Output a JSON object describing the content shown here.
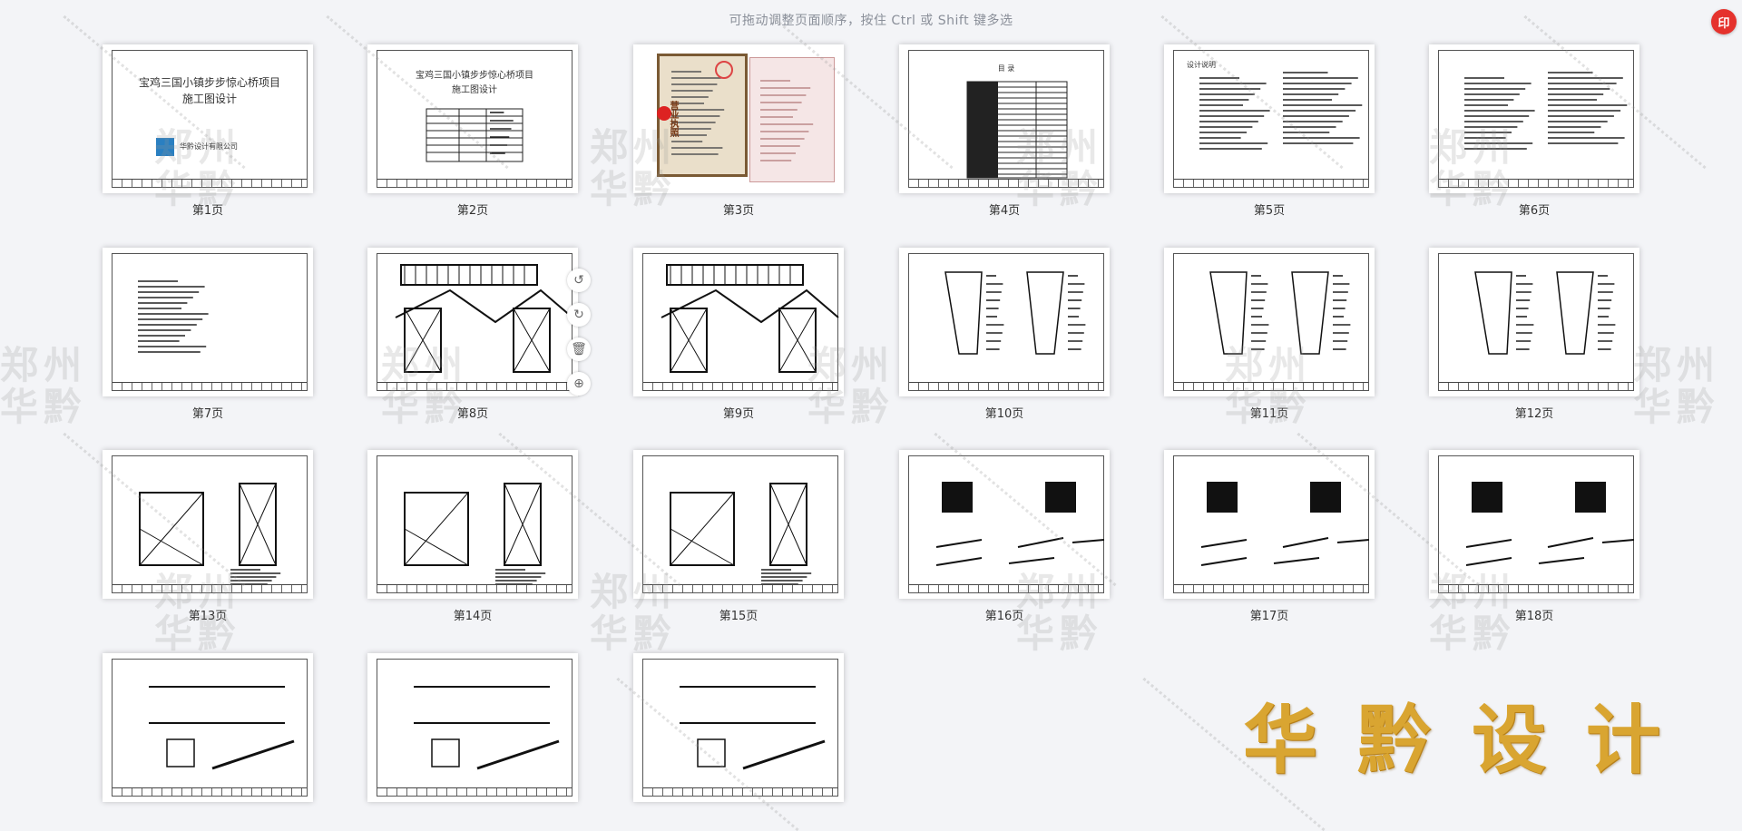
{
  "header": {
    "hint": "可拖动调整页面顺序，按住 Ctrl 或 Shift 键多选"
  },
  "corner_button": {
    "label": "印",
    "icon": "stamp-icon"
  },
  "pages": [
    {
      "caption": "第1页",
      "title_lines": [
        "宝鸡三国小镇步步惊心桥项目",
        "施工图设计"
      ],
      "company": "华黔设计有限公司"
    },
    {
      "caption": "第2页",
      "title_lines": [
        "宝鸡三国小镇步步惊心桥项目",
        "施工图设计"
      ]
    },
    {
      "caption": "第3页",
      "stamp_text": "营业执照"
    },
    {
      "caption": "第4页",
      "heading": "目 录"
    },
    {
      "caption": "第5页",
      "heading": "设计说明"
    },
    {
      "caption": "第6页"
    },
    {
      "caption": "第7页"
    },
    {
      "caption": "第8页"
    },
    {
      "caption": "第9页"
    },
    {
      "caption": "第10页"
    },
    {
      "caption": "第11页"
    },
    {
      "caption": "第12页"
    },
    {
      "caption": "第13页"
    },
    {
      "caption": "第14页"
    },
    {
      "caption": "第15页"
    },
    {
      "caption": "第16页"
    },
    {
      "caption": "第17页"
    },
    {
      "caption": "第18页"
    },
    {
      "caption": ""
    },
    {
      "caption": ""
    },
    {
      "caption": ""
    }
  ],
  "page_tools": [
    {
      "name": "rotate-left-icon",
      "glyph": "↺"
    },
    {
      "name": "rotate-right-icon",
      "glyph": "↻"
    },
    {
      "name": "delete-icon",
      "glyph": "🗑"
    },
    {
      "name": "add-page-icon",
      "glyph": "⊕"
    }
  ],
  "watermark": {
    "line1": "郑州",
    "line2": "华黔"
  },
  "brand": {
    "text": "华黔设计"
  }
}
